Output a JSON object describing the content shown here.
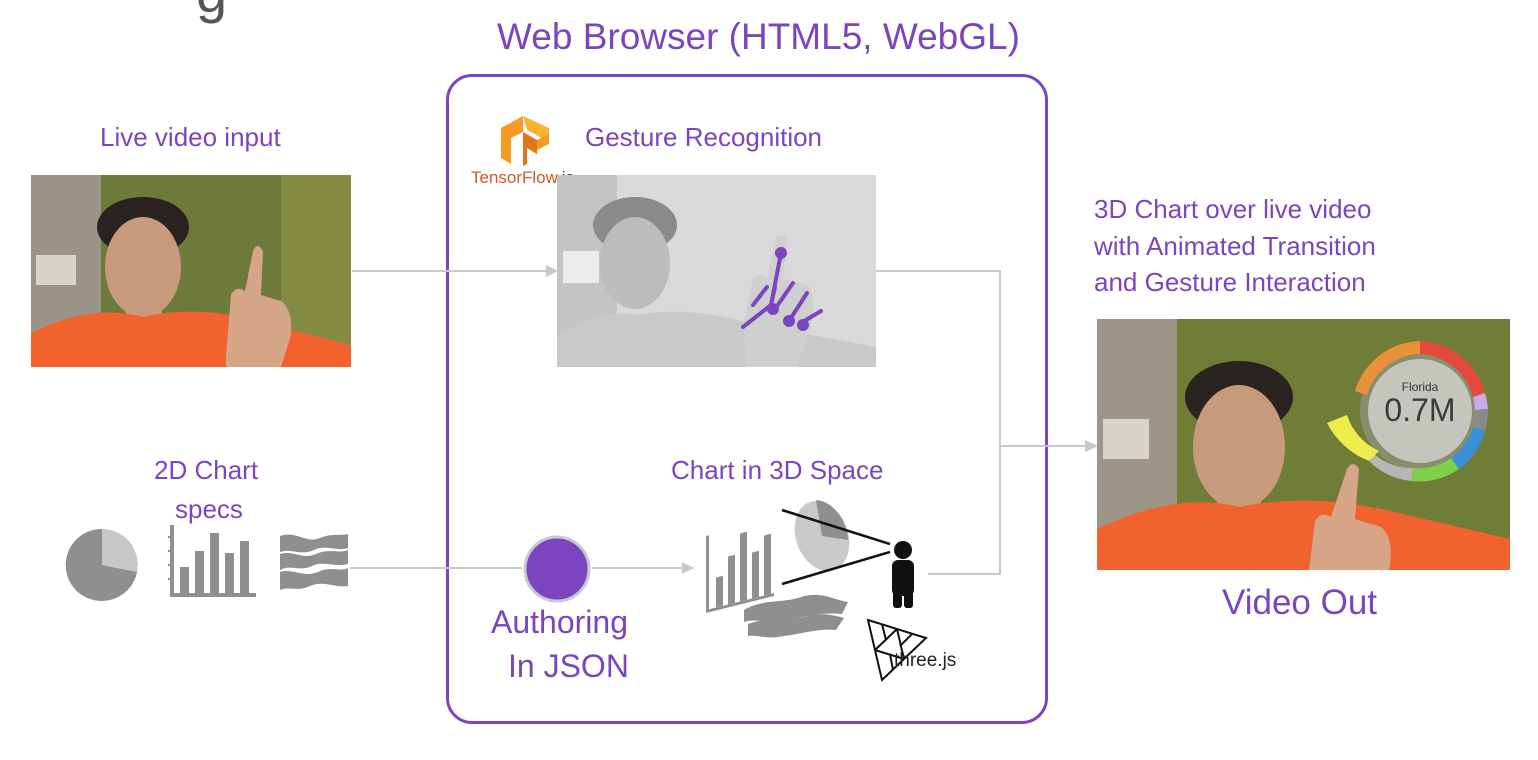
{
  "title_fragment": "g",
  "browser": {
    "title": "Web Browser (HTML5, WebGL)"
  },
  "inputs": {
    "live_video_label": "Live video input",
    "chart_specs_line1": "2D Chart",
    "chart_specs_line2": "specs"
  },
  "gesture": {
    "label": "Gesture Recognition",
    "tensorflow_main": "TensorFlow",
    "tensorflow_ext": ".js"
  },
  "authoring": {
    "line1": "Authoring",
    "line2": "In JSON"
  },
  "chart3d": {
    "label": "Chart in 3D Space",
    "threejs": "three.js"
  },
  "output": {
    "caption_line1": "3D Chart over live video",
    "caption_line2": "with Animated Transition",
    "caption_line3": "and Gesture Interaction",
    "video_out": "Video Out",
    "donut_city": "Florida",
    "donut_value": "0.7M"
  },
  "colors": {
    "accent": "#7a45bf",
    "connector": "#c8c8d0",
    "icon_gray": "#8f8f8f",
    "tf_orange": "#f59a24",
    "shirt_orange": "#f2622e",
    "wall_green": "#7f8a35"
  }
}
